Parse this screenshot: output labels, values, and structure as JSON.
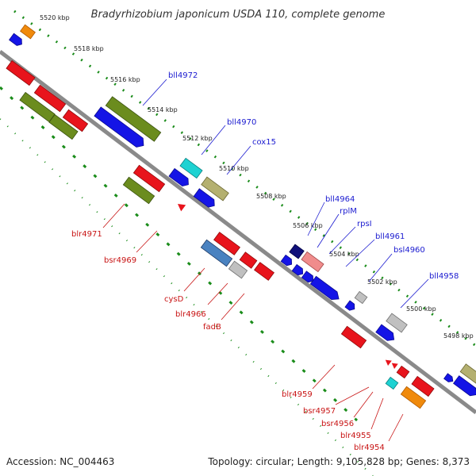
{
  "title": "Bradyrhizobium japonicum USDA 110, complete genome",
  "accession": "Accession: NC_004463",
  "summary": "Topology: circular; Length: 9,105,828 bp; Genes: 8,373",
  "colors": {
    "red": "#e8141c",
    "blue": "#1414e6",
    "olive": "#6b8c1e",
    "orange": "#f08a0c",
    "cyan": "#1ed2d2",
    "khaki": "#b4b070",
    "navy": "#10107a",
    "pink": "#f08c8c",
    "steel": "#4a82c0",
    "grey": "#c0c0c0",
    "label_blue": "#1a1ad0",
    "label_red": "#c81414",
    "axis": "#888888",
    "dots": "#1a8c1a"
  },
  "kbp_ticks": [
    "5520 kbp",
    "5518 kbp",
    "5516 kbp",
    "5514 kbp",
    "5512 kbp",
    "5510 kbp",
    "5508 kbp",
    "5506 kbp",
    "5504 kbp",
    "5502 kbp",
    "5500 kbp",
    "5498 kbp"
  ],
  "labels_forward": [
    "bll4972",
    "bll4970",
    "cox15",
    "bll4964",
    "rplM",
    "rpsI",
    "bll4961",
    "bsl4960",
    "bll4958"
  ],
  "labels_reverse": [
    "blr4971",
    "bsr4969",
    "cysD",
    "blr4966",
    "fadB",
    "blr4959",
    "bsr4957",
    "bsr4956",
    "blr4955",
    "blr4954"
  ]
}
